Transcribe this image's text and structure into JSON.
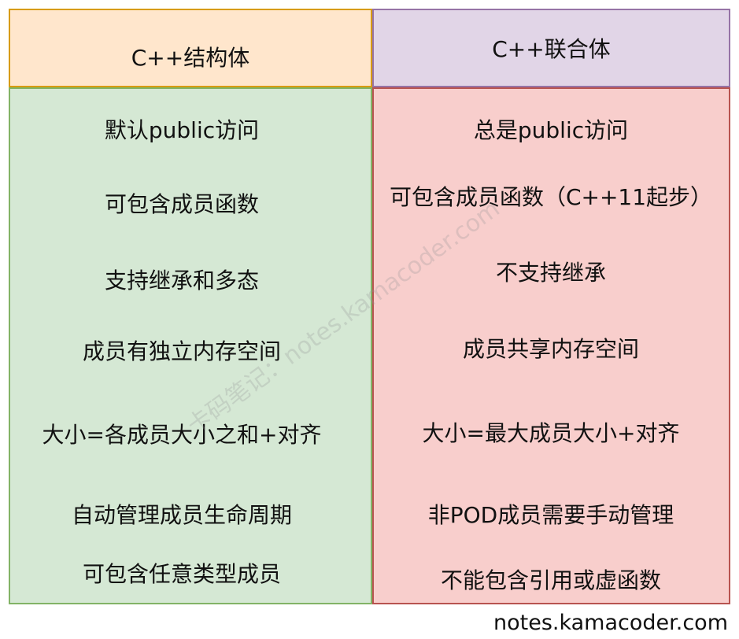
{
  "headers": {
    "struct": "C++结构体",
    "union": "C++联合体"
  },
  "rows": [
    {
      "struct": "默认public访问",
      "union": "总是public访问"
    },
    {
      "struct": "可包含成员函数",
      "union": "可包含成员函数（C++11起步）"
    },
    {
      "struct": "支持继承和多态",
      "union": "不支持继承"
    },
    {
      "struct": "成员有独立内存空间",
      "union": "成员共享内存空间"
    },
    {
      "struct": "大小=各成员大小之和+对齐",
      "union": "大小=最大成员大小+对齐"
    },
    {
      "struct": "自动管理成员生命周期",
      "union": "非POD成员需要手动管理"
    },
    {
      "struct": "可包含任意类型成员",
      "union": "不能包含引用或虚函数"
    }
  ],
  "watermark": "卡码笔记：notes.kamacoder.com",
  "footer": "notes.kamacoder.com",
  "colors": {
    "struct_header_fill": "#ffe6cc",
    "struct_header_border": "#d79b00",
    "union_header_fill": "#e1d5e7",
    "union_header_border": "#9673a6",
    "struct_body_fill": "#d5e8d4",
    "struct_body_border": "#82b366",
    "union_body_fill": "#f8cecc",
    "union_body_border": "#b85450"
  }
}
